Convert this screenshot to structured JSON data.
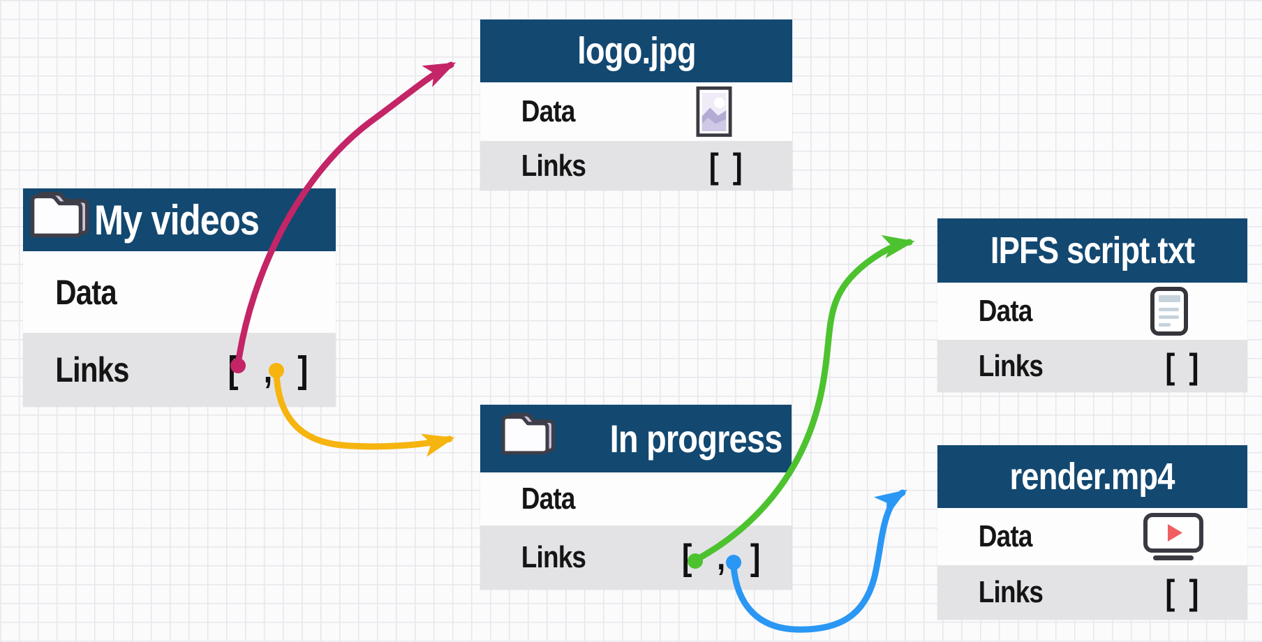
{
  "nodes": {
    "my_videos": {
      "title": "My videos",
      "icon": "folder-icon",
      "data_label": "Data",
      "links_label": "Links",
      "links_value": "[ , ]"
    },
    "logo_jpg": {
      "title": "logo.jpg",
      "icon": "image-icon",
      "data_label": "Data",
      "links_label": "Links",
      "links_value": "[ ]"
    },
    "in_progress": {
      "title": "In progress",
      "icon": "folder-icon",
      "data_label": "Data",
      "links_label": "Links",
      "links_value": "[ , ]"
    },
    "ipfs_script_txt": {
      "title": "IPFS script.txt",
      "icon": "document-icon",
      "data_label": "Data",
      "links_label": "Links",
      "links_value": "[ ]"
    },
    "render_mp4": {
      "title": "render.mp4",
      "icon": "video-player-icon",
      "data_label": "Data",
      "links_label": "Links",
      "links_value": "[ ]"
    }
  },
  "edges": [
    {
      "id": "my-videos-link-0-to-logo-jpg",
      "from": "My videos Links[0]",
      "to": "logo.jpg",
      "color": "#c32566"
    },
    {
      "id": "my-videos-link-1-to-in-progress",
      "from": "My videos Links[1]",
      "to": "In progress",
      "color": "#f6b40e"
    },
    {
      "id": "in-progress-link-0-to-ipfs-script",
      "from": "In progress Links[0]",
      "to": "IPFS script.txt",
      "color": "#4dc22f"
    },
    {
      "id": "in-progress-link-1-to-render-mp4",
      "from": "In progress Links[1]",
      "to": "render.mp4",
      "color": "#2a97f4"
    }
  ],
  "colors": {
    "header_bg": "#134870",
    "header_text": "#ffffff",
    "data_row_bg": "#fdfdfe",
    "links_row_bg": "#e3e3e6",
    "row_text": "#151515",
    "grid_line": "#e7e7ec",
    "background": "#fbfbfc",
    "folder_shadow": "#cbc6df",
    "icon_outline": "#3a3a42",
    "play_button": "#f05e63",
    "doc_lines": "#c7d3dc",
    "image_mountains": "#b3abd4"
  }
}
